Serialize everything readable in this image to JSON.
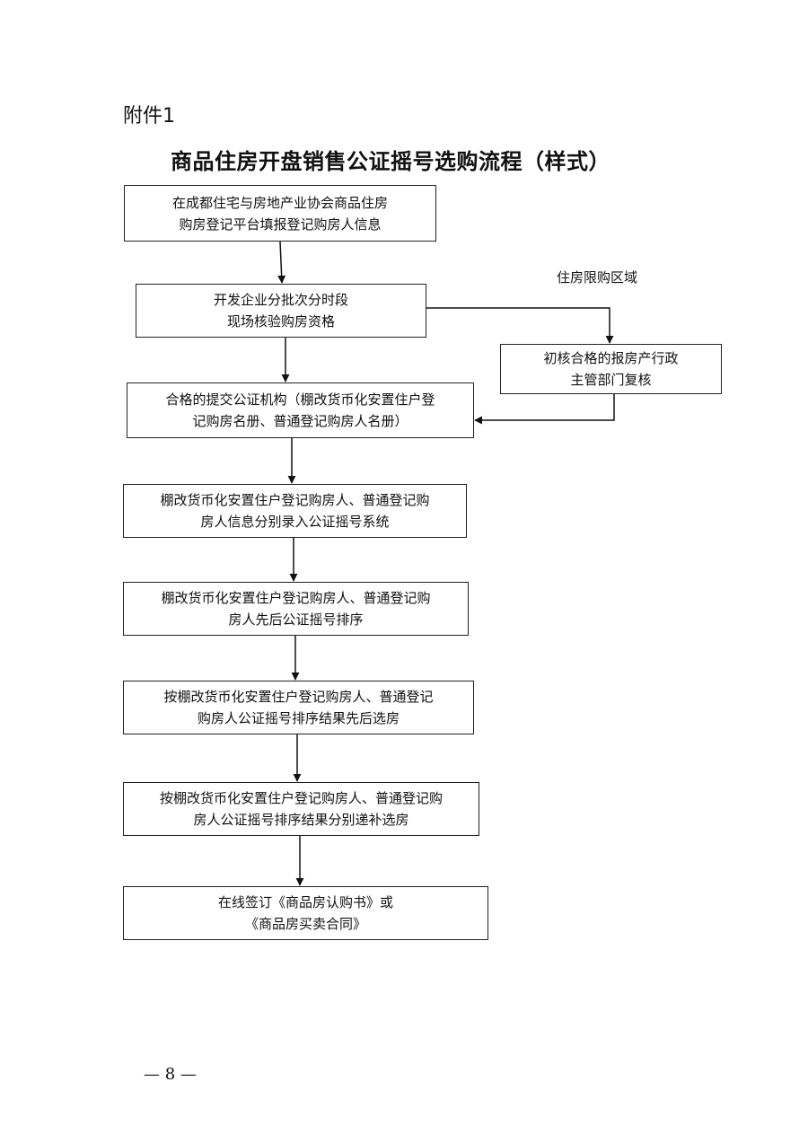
{
  "annex_label": "附件1",
  "title": "商品住房开盘销售公证摇号选购流程（样式）",
  "branch_label": "住房限购区域",
  "steps": [
    {
      "line1": "在成都住宅与房地产业协会商品住房",
      "line2": "购房登记平台填报登记购房人信息"
    },
    {
      "line1": "开发企业分批次分时段",
      "line2": "现场核验购房资格"
    },
    {
      "line1": "初核合格的报房产行政",
      "line2": "主管部门复核"
    },
    {
      "line1": "合格的提交公证机构（棚改货币化安置住户登",
      "line2": "记购房名册、普通登记购房人名册）"
    },
    {
      "line1": "棚改货币化安置住户登记购房人、普通登记购",
      "line2": "房人信息分别录入公证摇号系统"
    },
    {
      "line1": "棚改货币化安置住户登记购房人、普通登记购",
      "line2": "房人先后公证摇号排序"
    },
    {
      "line1": "按棚改货币化安置住户登记购房人、普通登记",
      "line2": "购房人公证摇号排序结果先后选房"
    },
    {
      "line1": "按棚改货币化安置住户登记购房人、普通登记购",
      "line2": "房人公证摇号排序结果分别递补选房"
    },
    {
      "line1": "在线签订《商品房认购书》或",
      "line2": "《商品房买卖合同》"
    }
  ],
  "page_number": "— 8 —"
}
